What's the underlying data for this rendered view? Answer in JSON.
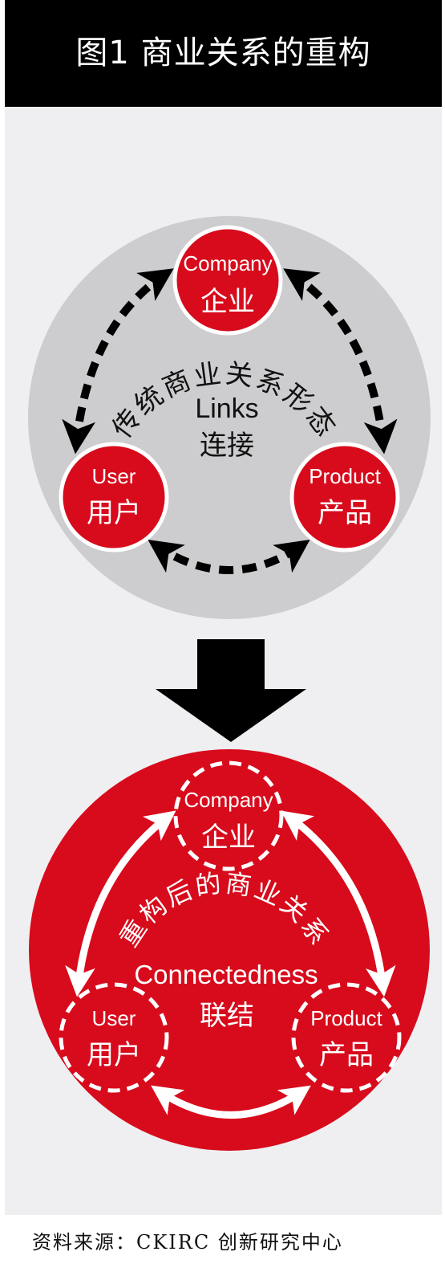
{
  "header": {
    "title": "图1 商业关系的重构"
  },
  "colors": {
    "red": "#d70b1c",
    "grey_circle": "#cdcdcf",
    "panel_bg": "#efeff1",
    "black": "#000000",
    "white": "#ffffff"
  },
  "top_diagram": {
    "arc_label": "传统商业关系形态",
    "center_en": "Links",
    "center_zh": "连接",
    "nodes": [
      {
        "id": "company",
        "en": "Company",
        "zh": "企业"
      },
      {
        "id": "user",
        "en": "User",
        "zh": "用户"
      },
      {
        "id": "product",
        "en": "Product",
        "zh": "产品"
      }
    ]
  },
  "transition_arrow": {
    "icon": "down-arrow-icon"
  },
  "bottom_diagram": {
    "arc_label": "重构后的商业关系",
    "center_en": "Connectedness",
    "center_zh": "联结",
    "nodes": [
      {
        "id": "company",
        "en": "Company",
        "zh": "企业"
      },
      {
        "id": "user",
        "en": "User",
        "zh": "用户"
      },
      {
        "id": "product",
        "en": "Product",
        "zh": "产品"
      }
    ]
  },
  "source": "资料来源：CKIRC 创新研究中心"
}
